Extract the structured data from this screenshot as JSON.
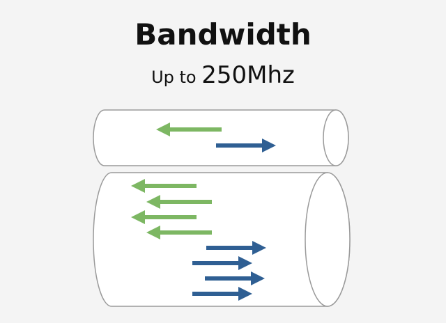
{
  "header": {
    "title": "Bandwidth",
    "subtitle_prefix": "Up to ",
    "subtitle_value": "250Mhz"
  },
  "colors": {
    "background": "#f4f4f4",
    "cable_fill": "#ffffff",
    "cable_stroke": "#9a9a9a",
    "green_arrow": "#7db763",
    "blue_arrow": "#2f5f93"
  },
  "cables": [
    {
      "name": "narrow-cable",
      "green_arrows": 1,
      "blue_arrows": 1
    },
    {
      "name": "wide-cable",
      "green_arrows": 4,
      "blue_arrows": 4
    }
  ]
}
